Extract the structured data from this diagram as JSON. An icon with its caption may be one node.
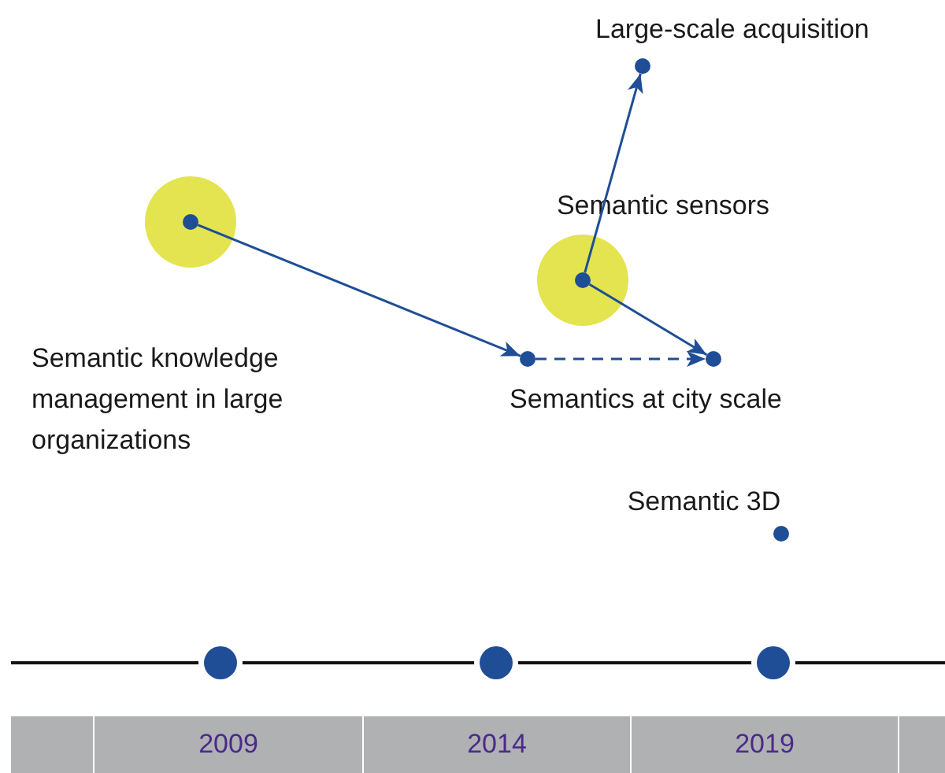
{
  "diagram": {
    "nodes": [
      {
        "text": [
          "Semantic knowledge management in large organizations"
        ]
      },
      {
        "text": [],
        "shape": "circle"
      },
      {
        "text": [
          "Semantics at city scale"
        ]
      },
      {
        "text": [
          "Semantic sensors"
        ]
      },
      {
        "text": [
          "Large-scale acquisition"
        ]
      },
      {
        "text": [
          "Semantic 3D"
        ]
      }
    ],
    "edges": [
      {
        "from": 0,
        "to": 1,
        "arrow": "to"
      },
      {
        "from": 1,
        "to": 2,
        "arrow": "to",
        "style": "dashed"
      },
      {
        "from": 3,
        "to": 2,
        "arrow": "to"
      },
      {
        "from": 3,
        "to": 4,
        "arrow": "to"
      }
    ],
    "labels": [
      "2009",
      "2014",
      "2019"
    ]
  }
}
